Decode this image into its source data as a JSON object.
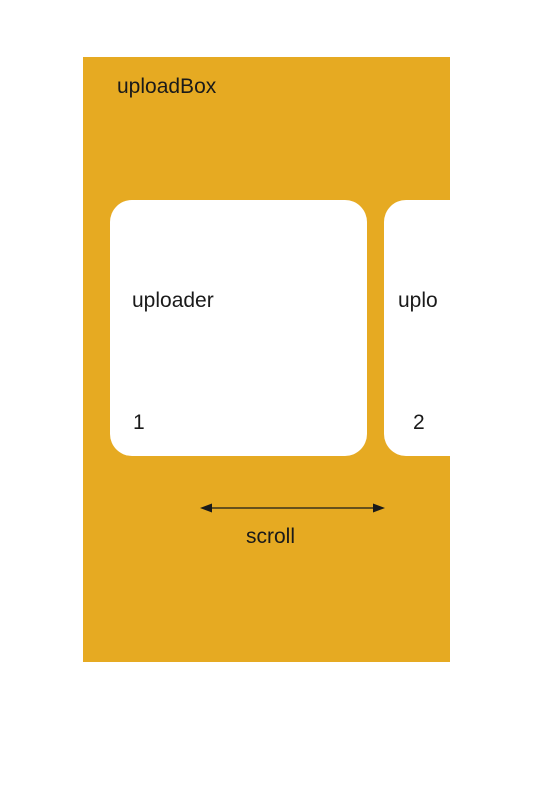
{
  "upload_box": {
    "title": "uploadBox",
    "background_color": "#e6aa22",
    "cards": [
      {
        "label": "uploader",
        "number": "1"
      },
      {
        "label": "uplo",
        "number": "2"
      }
    ],
    "scroll": {
      "label": "scroll",
      "icon": "double-headed-horizontal-arrow-icon"
    }
  }
}
